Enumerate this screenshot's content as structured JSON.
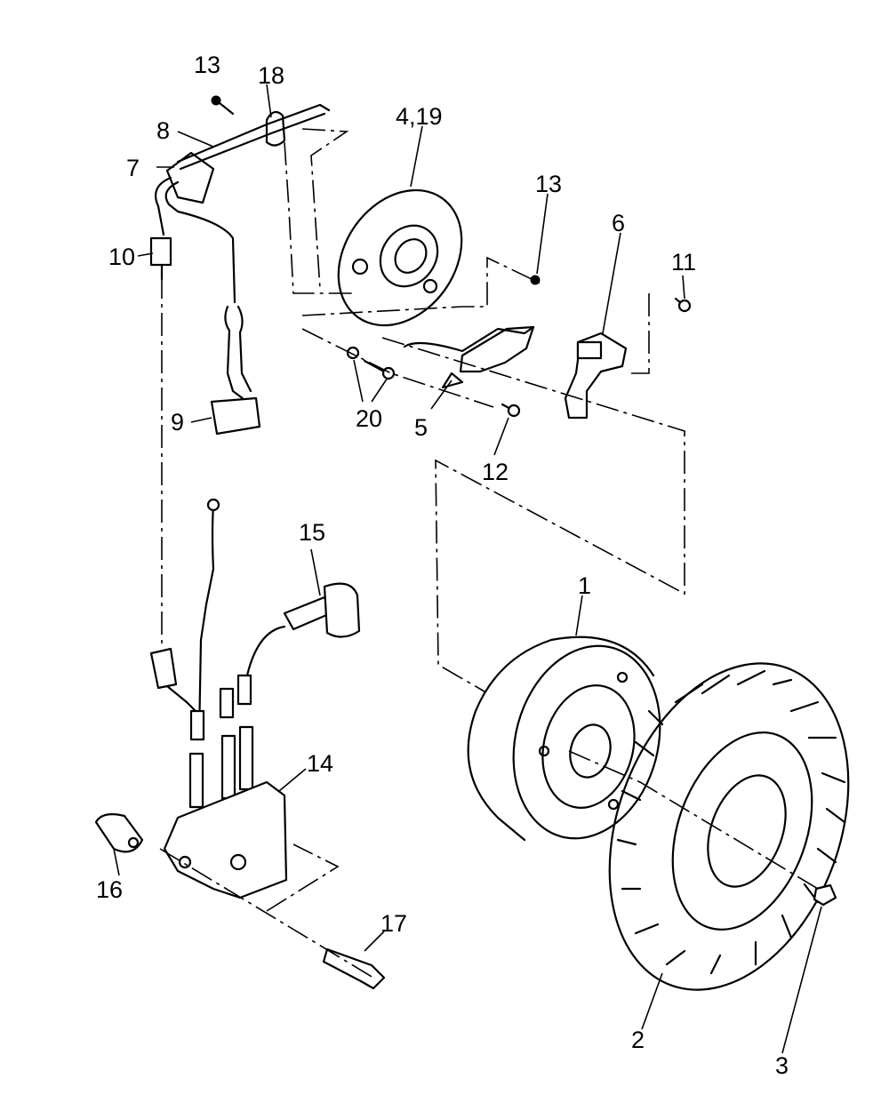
{
  "diagram": {
    "labels": {
      "p1": "1",
      "p2": "2",
      "p3": "3",
      "p4_19": "4,19",
      "p5": "5",
      "p6": "6",
      "p7": "7",
      "p8": "8",
      "p9": "9",
      "p10": "10",
      "p11": "11",
      "p12": "12",
      "p13a": "13",
      "p13b": "13",
      "p14": "14",
      "p15": "15",
      "p16": "16",
      "p17": "17",
      "p18": "18",
      "p20": "20"
    },
    "colors": {
      "ink": "#000000",
      "paper": "#ffffff"
    }
  }
}
